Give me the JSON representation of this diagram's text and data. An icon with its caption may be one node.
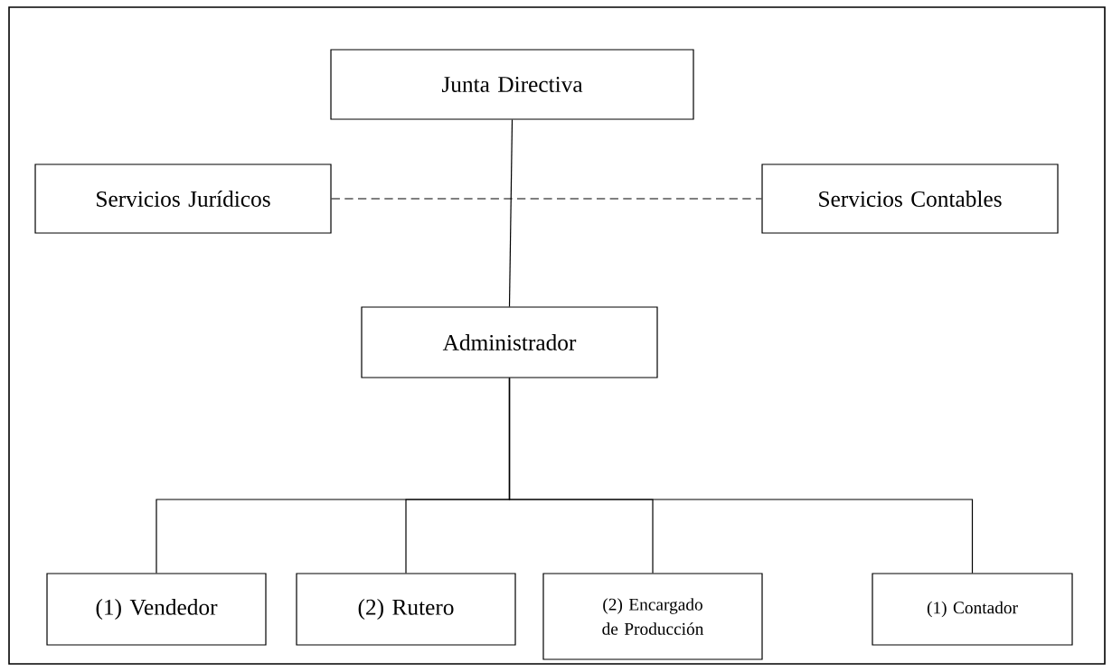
{
  "diagram": {
    "nodes": [
      {
        "text": [
          "Junta Directiva"
        ]
      },
      {
        "text": [
          "Servicios Jurídicos"
        ]
      },
      {
        "text": [
          "Servicios Contables"
        ]
      },
      {
        "text": [
          "Administrador"
        ]
      },
      {
        "text": [
          "(1) Vendedor"
        ]
      },
      {
        "text": [
          "(2) Rutero"
        ]
      },
      {
        "text": [
          "(2) Encargado de Producción"
        ]
      },
      {
        "text": [
          "(1) Contador"
        ]
      }
    ],
    "edges": [
      {
        "from": 0,
        "to": 3,
        "arrow": "none"
      },
      {
        "from": 1,
        "to": 2,
        "arrow": "none",
        "style": "dashed"
      },
      {
        "from": 3,
        "to": 4,
        "arrow": "none"
      },
      {
        "from": 3,
        "to": 5,
        "arrow": "none"
      },
      {
        "from": 3,
        "to": 6,
        "arrow": "none"
      },
      {
        "from": 3,
        "to": 7,
        "arrow": "none"
      }
    ]
  }
}
